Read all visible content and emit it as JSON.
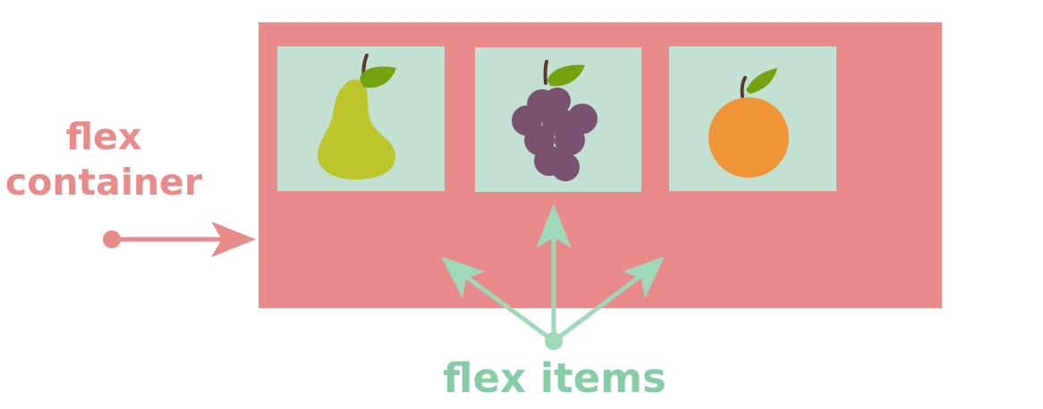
{
  "diagram": {
    "labels": {
      "container_line1": "flex",
      "container_line2": "container",
      "items": "flex items"
    },
    "items": [
      {
        "icon": "pear-icon"
      },
      {
        "icon": "grapes-icon"
      },
      {
        "icon": "orange-icon"
      }
    ],
    "colors": {
      "container": "#e98b8a",
      "item_background": "#c3e1d3",
      "items_arrow": "#9fd9b9",
      "items_label": "#86cca6",
      "pear": "#bcc52b",
      "grapes": "#7a5370",
      "orange": "#f09438",
      "leaf": "#75a310",
      "stem": "#5b3a2c"
    }
  }
}
